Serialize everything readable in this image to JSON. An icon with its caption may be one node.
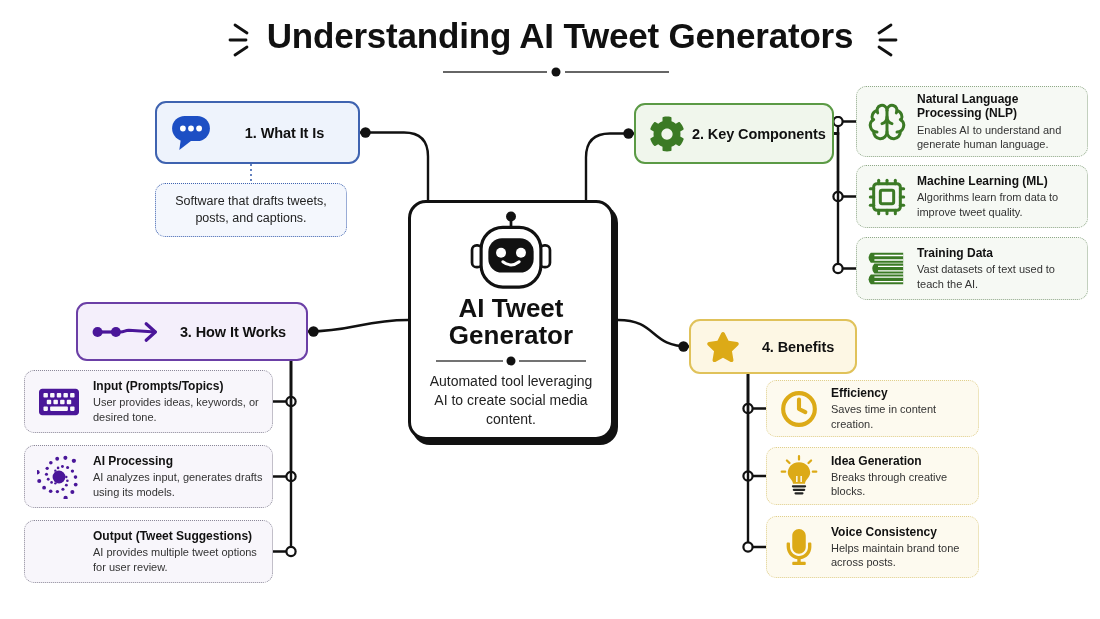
{
  "diagram": {
    "title": "Understanding AI Tweet Generators",
    "nodes": [
      {
        "text": [
          "1. What It Is"
        ]
      },
      {
        "text": [
          "Software that drafts tweets, posts, and captions."
        ]
      },
      {
        "text": [
          "2. Key Components"
        ]
      },
      {
        "text": [
          "Natural Language Processing (NLP)",
          "Enables AI to understand and generate human language."
        ]
      },
      {
        "text": [
          "Machine Learning (ML)",
          "Algorithms learn from data to improve tweet quality."
        ]
      },
      {
        "text": [
          "Training Data",
          "Vast datasets of text used to teach the AI."
        ]
      },
      {
        "text": [
          "AI Tweet Generator",
          "Automated tool leveraging AI to create social media content."
        ]
      },
      {
        "text": [
          "3. How It Works"
        ]
      },
      {
        "text": [
          "Input (Prompts/Topics)",
          "User provides ideas, keywords, or desired tone."
        ]
      },
      {
        "text": [
          "AI Processing",
          "AI analyzes input, generates drafts using its models."
        ]
      },
      {
        "text": [
          "Output (Tweet Suggestions)",
          "AI provides multiple tweet options for user review."
        ]
      },
      {
        "text": [
          "4. Benefits"
        ]
      },
      {
        "text": [
          "Efficiency",
          "Saves time in content creation."
        ]
      },
      {
        "text": [
          "Idea Generation",
          "Breaks through creative blocks."
        ]
      },
      {
        "text": [
          "Voice Consistency",
          "Helps maintain brand tone across posts."
        ]
      }
    ],
    "edges": [
      {
        "from": 6,
        "to": 0,
        "arrow": "other"
      },
      {
        "from": 0,
        "to": 1,
        "arrow": "none",
        "style": "dashed",
        "color": "#3f63b0"
      },
      {
        "from": 6,
        "to": 2,
        "arrow": "other"
      },
      {
        "from": 2,
        "to": 3,
        "arrow": "other"
      },
      {
        "from": 2,
        "to": 4,
        "arrow": "other"
      },
      {
        "from": 2,
        "to": 5,
        "arrow": "other"
      },
      {
        "from": 6,
        "to": 7,
        "arrow": "other"
      },
      {
        "from": 7,
        "to": 8,
        "arrow": "other"
      },
      {
        "from": 7,
        "to": 9,
        "arrow": "other"
      },
      {
        "from": 7,
        "to": 10,
        "arrow": "other"
      },
      {
        "from": 6,
        "to": 11,
        "arrow": "other"
      },
      {
        "from": 11,
        "to": 12,
        "arrow": "other"
      },
      {
        "from": 11,
        "to": 13,
        "arrow": "other"
      },
      {
        "from": 11,
        "to": 14,
        "arrow": "other"
      }
    ]
  }
}
